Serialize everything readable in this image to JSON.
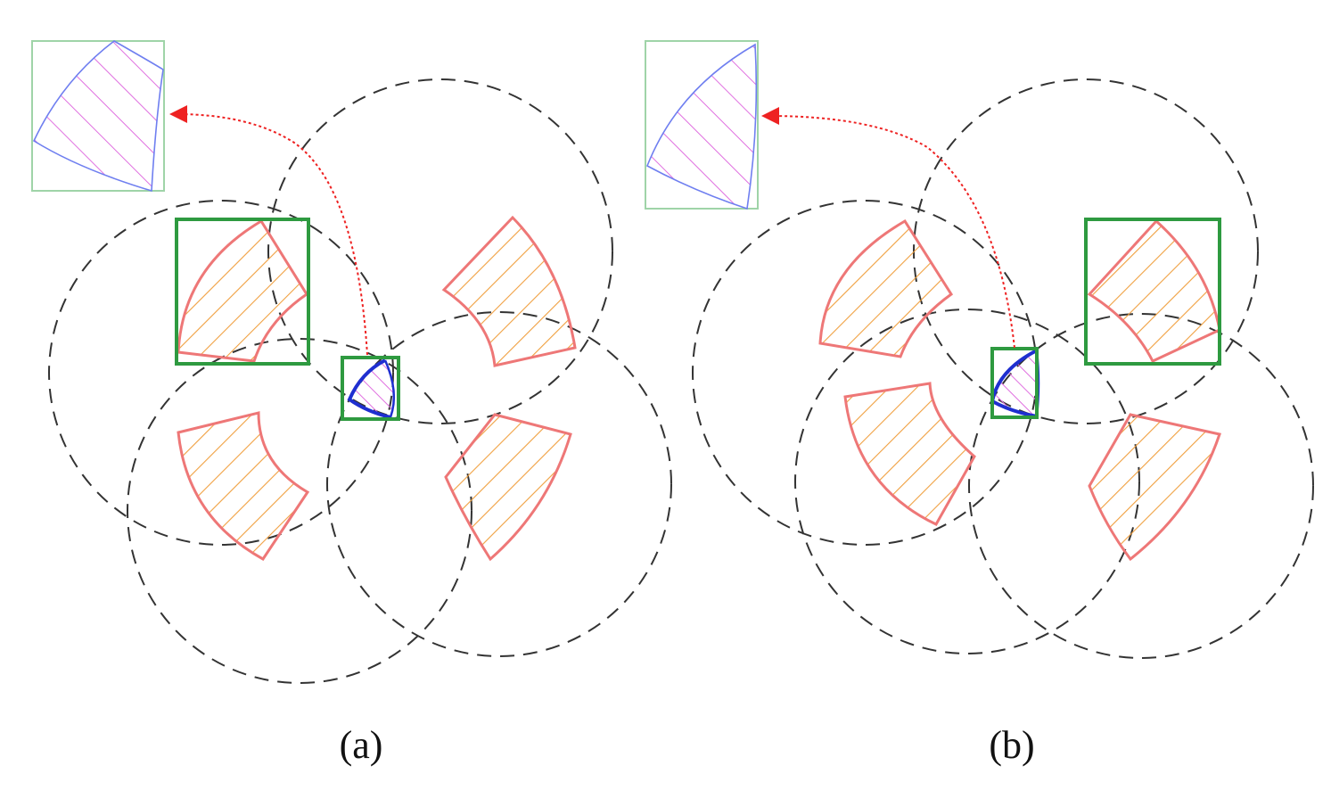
{
  "panels": [
    {
      "id": "a",
      "caption": "(a)"
    },
    {
      "id": "b",
      "caption": "(b)"
    }
  ],
  "colors": {
    "circle_stroke": "#333333",
    "sector_stroke": "#ee7777",
    "sector_hatch": "#f0a040",
    "selection_box": "#2e9a40",
    "inset_box": "#9fd4a8",
    "overlap_stroke": "#1f2fd0",
    "overlap_hatch": "#e070e0",
    "inset_outline": "#6f7ff0",
    "arrow": "#ee2222"
  }
}
